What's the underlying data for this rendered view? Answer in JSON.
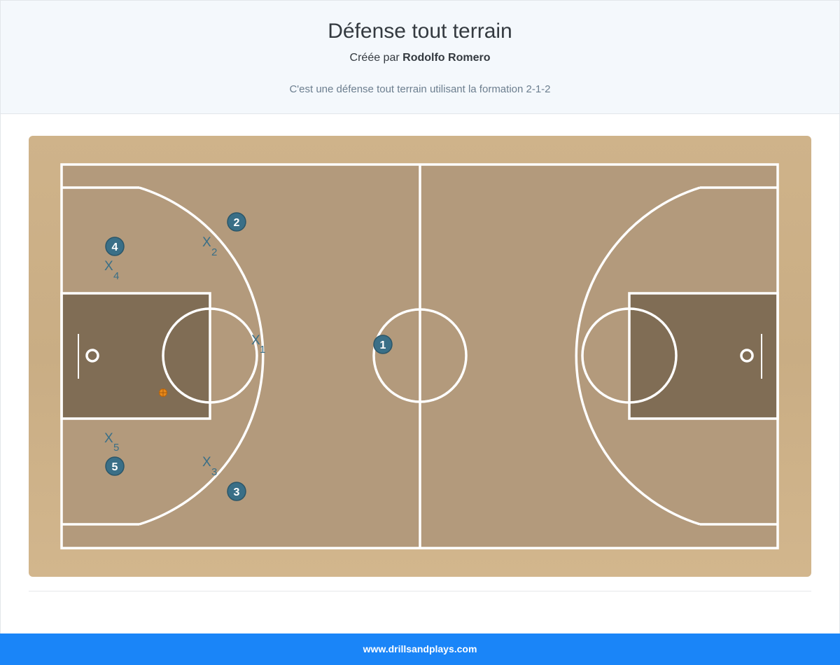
{
  "header": {
    "title": "Défense tout terrain",
    "byline_prefix": "Créée par",
    "author": "Rodolfo Romero",
    "description": "C'est une défense tout terrain utilisant la formation 2-1-2"
  },
  "court": {
    "colors": {
      "wood": "#d0b48b",
      "floor": "#b39a7c",
      "paint": "#806d55",
      "lines": "#ffffff",
      "player": "#3a6f87",
      "defender": "#3a6f87",
      "ball": "#e8891a"
    },
    "offense": [
      {
        "label": "1"
      },
      {
        "label": "2"
      },
      {
        "label": "3"
      },
      {
        "label": "4"
      },
      {
        "label": "5"
      }
    ],
    "defense": [
      {
        "symbol": "X",
        "sub": "1"
      },
      {
        "symbol": "X",
        "sub": "2"
      },
      {
        "symbol": "X",
        "sub": "3"
      },
      {
        "symbol": "X",
        "sub": "4"
      },
      {
        "symbol": "X",
        "sub": "5"
      }
    ],
    "ball": "basketball-icon"
  },
  "footer": {
    "site": "www.drillsandplays.com"
  }
}
